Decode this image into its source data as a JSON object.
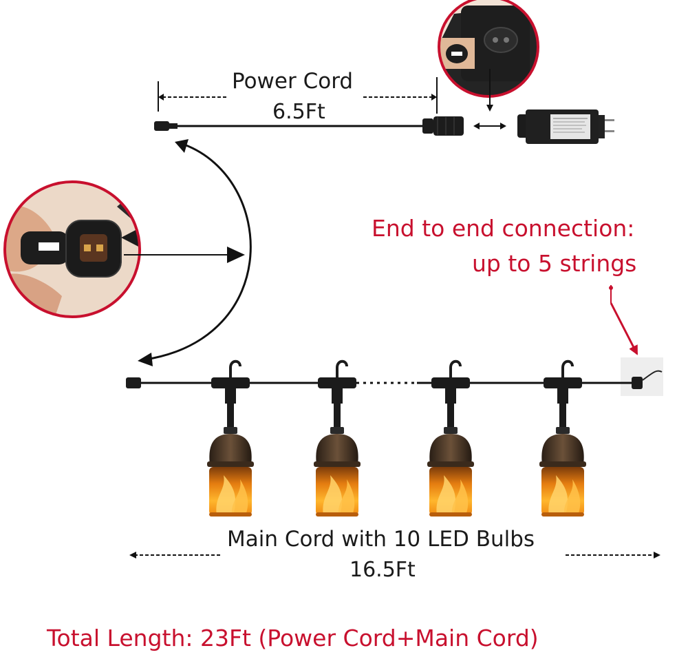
{
  "power_cord": {
    "title": "Power Cord",
    "length": "6.5Ft"
  },
  "end_connection": {
    "line1": "End to end connection:",
    "line2": "up to 5 strings"
  },
  "main_cord": {
    "title": "Main Cord with 10  LED Bulbs",
    "length": "16.5Ft"
  },
  "total_length": "Total Length: 23Ft (Power Cord+Main Cord)",
  "colors": {
    "label_red": "#c8102e",
    "text_black": "#1a1a1a",
    "callout_ring": "#c8102e",
    "flame": "#f59a1a"
  },
  "icons": [
    "power-adapter-icon",
    "two-pin-connector-icon",
    "flame-bulb-icon",
    "curved-double-arrow-icon"
  ]
}
